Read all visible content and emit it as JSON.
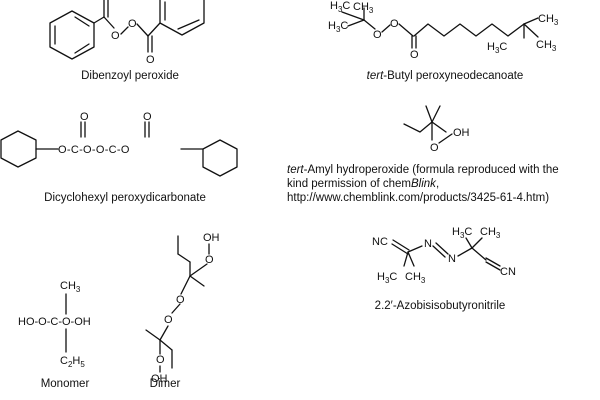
{
  "captions": {
    "dibenzoyl": "Dibenzoyl peroxide",
    "tert_butyl_prefix": "tert",
    "tert_butyl_rest": "-Butyl peroxyneodecanoate",
    "dicyclohexyl": "Dicyclohexyl peroxydicarbonate",
    "amyl_prefix": "tert",
    "amyl_line1": "-Amyl hydroperoxide (formula reproduced with the",
    "amyl_line2a": "kind permission of chem",
    "amyl_blink": "Blink",
    "amyl_line2b": ",",
    "amyl_line3": "http://www.chemblink.com/products/3425-61-4.htm)",
    "azobis": "2.2′-Azobisisobutyronitrile",
    "monomer": "Monomer",
    "dimer": "Dimer"
  },
  "structure_labels": {
    "o": "O",
    "oh": "OH",
    "h3c": "H3C",
    "ch3": "CH3",
    "nc": "NC",
    "cn": "CN",
    "n": "N",
    "c": "C",
    "c2h5": "C2H5",
    "monomer_row": "HO-O-C-O-OH",
    "dicyclo_chain": "O-C-O-O-C-O"
  }
}
